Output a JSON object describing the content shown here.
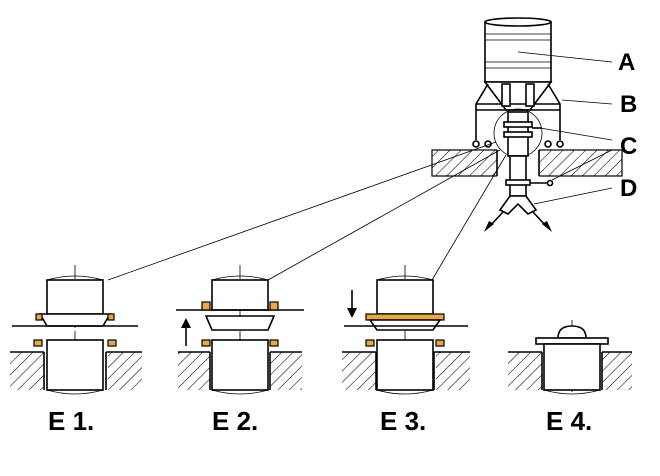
{
  "callouts": {
    "a": "A",
    "b": "B",
    "c": "C",
    "d": "D"
  },
  "steps": {
    "e1": "E 1.",
    "e2": "E 2.",
    "e3": "E 3.",
    "e4": "E 4."
  },
  "colors": {
    "gasket": "#e8a84a",
    "line": "#000000",
    "background": "#ffffff"
  }
}
